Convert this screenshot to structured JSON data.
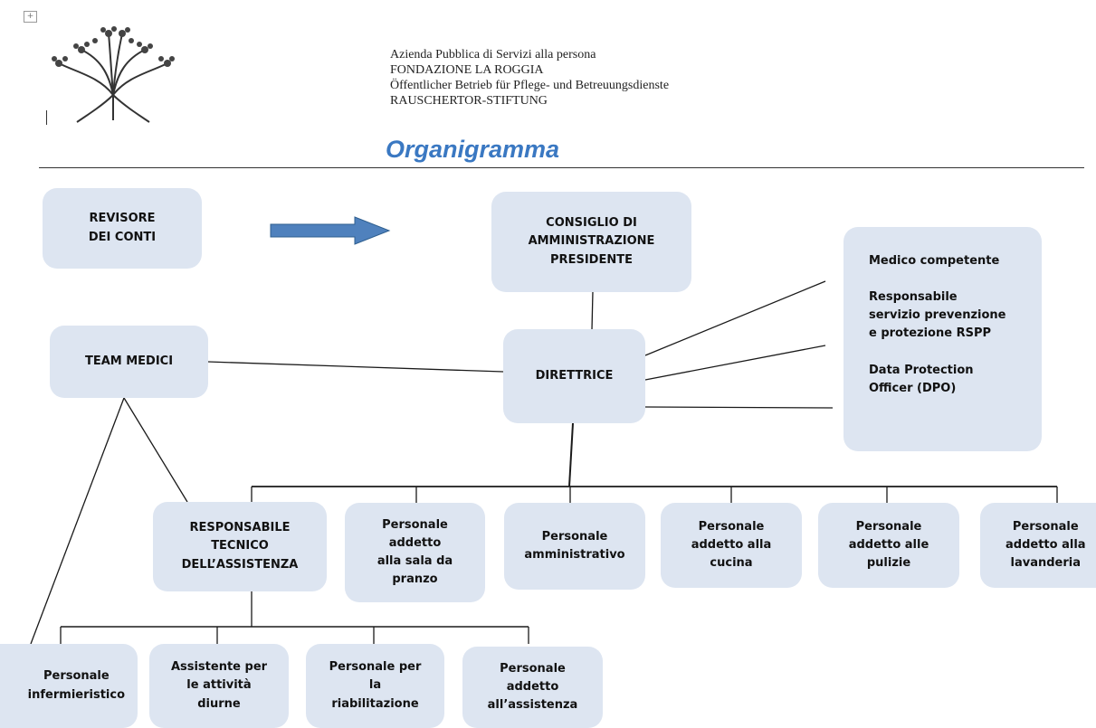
{
  "header": {
    "line1": "Azienda Pubblica di Servizi alla persona",
    "line2": "FONDAZIONE LA ROGGIA",
    "line3": "Öffentlicher Betrieb für Pflege- und Betreuungsdienste",
    "line4": "RAUSCHERTOR-STIFTUNG",
    "title": "Organigramma",
    "logo_icon": "tree-logo-icon",
    "corner_icon": "move-handle-icon"
  },
  "colors": {
    "box_fill": "#dde5f1",
    "title": "#3a78c2",
    "arrow": "#4f81bd"
  },
  "nodes": {
    "revisore": "REVISORE\nDEI CONTI",
    "consiglio": "CONSIGLIO  DI\nAMMINISTRAZIONE\nPRESIDENTE",
    "direttrice": "DIRETTRICE",
    "team_medici": "TEAM MEDICI",
    "medico": "Medico competente",
    "rspp": "Responsabile\nservizio prevenzione\ne protezione RSPP",
    "dpo": "Data Protection\nOfficer  (DPO)",
    "responsabile": "RESPONSABILE\nTECNICO\nDELL’ASSISTENZA",
    "sala_pranzo": "Personale\naddetto\nalla sala da\npranzo",
    "amministrativo": "Personale\namministrativo",
    "cucina": "Personale\naddetto alla\ncucina",
    "pulizie": "Personale\naddetto alle\npulizie",
    "lavanderia": "Personale\naddetto alla\nlavanderia",
    "infermieristico": "Personale\ninfermieristico",
    "attivita": "Assistente per\nle attività\ndiurne",
    "riabilitazione": "Personale per\nla\nriabilitazione",
    "assistenza": "Personale\naddetto\nall’assistenza"
  }
}
